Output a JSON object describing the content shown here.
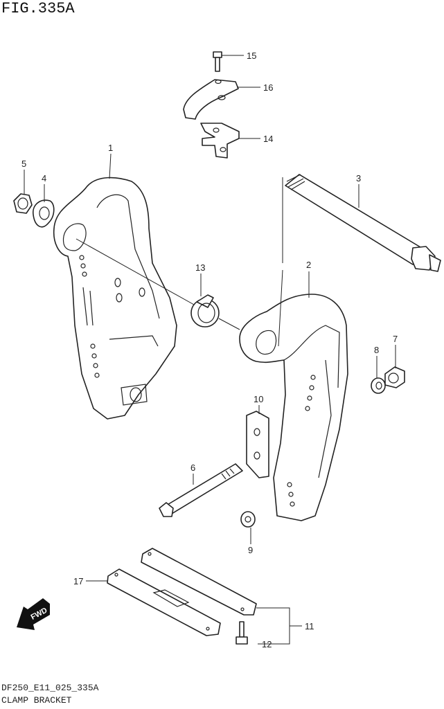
{
  "figure": {
    "title": "FIG.335A",
    "code": "DF250_E11_025_335A",
    "caption": "CLAMP BRACKET",
    "fwd_label": "FWD"
  },
  "callouts": {
    "c1": "1",
    "c2": "2",
    "c3": "3",
    "c4": "4",
    "c5": "5",
    "c6": "6",
    "c7": "7",
    "c8": "8",
    "c9": "9",
    "c10": "10",
    "c11": "11",
    "c12": "12",
    "c13": "13",
    "c14": "14",
    "c15": "15",
    "c16": "16",
    "c17": "17"
  }
}
